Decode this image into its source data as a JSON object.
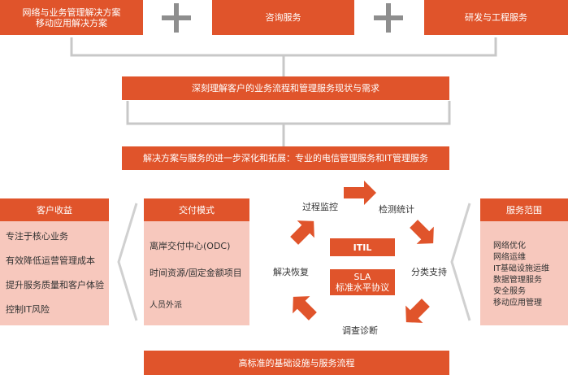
{
  "top": {
    "box1_line1": "网络与业务管理解决方案",
    "box1_line2": "移动应用解决方案",
    "box2": "咨询服务",
    "box3": "研发与工程服务"
  },
  "bars": {
    "understand": "深刻理解客户的业务流程和管理服务现状与需求",
    "solution": "解决方案与服务的进一步深化和拓展：专业的电信管理服务和IT管理服务",
    "bottom": "高标准的基础设施与服务流程"
  },
  "left_panel": {
    "title": "客户收益",
    "items": [
      "专注于核心业务",
      "有效降低运营管理成本",
      "提升服务质量和客户体验",
      "控制IT风险"
    ]
  },
  "delivery_panel": {
    "title": "交付模式",
    "items": [
      "离岸交付中心(ODC)",
      "时间资源/固定金额项目",
      "人员外派"
    ]
  },
  "cycle": {
    "steps": [
      "过程监控",
      "检测统计",
      "分类支持",
      "调查诊断",
      "解决恢复"
    ],
    "itil": "ITIL",
    "sla_line1": "SLA",
    "sla_line2": "标准水平协议"
  },
  "right_panel": {
    "title": "服务范围",
    "items": [
      "网络优化",
      "网络运维",
      "IT基础设施运维",
      "数据管理服务",
      "安全服务",
      "移动应用管理"
    ]
  },
  "colors": {
    "accent": "#e0542b",
    "panel": "#f7c8bd",
    "connector": "#c8c8c8",
    "plus": "#8e8e8e"
  }
}
